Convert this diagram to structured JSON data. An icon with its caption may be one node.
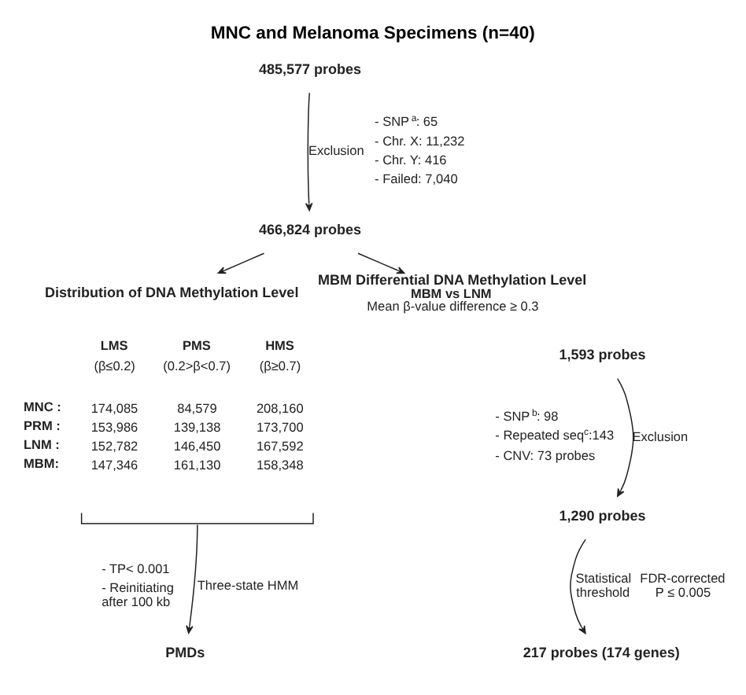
{
  "diagram": {
    "title": "MNC and Melanoma Specimens (n=40)",
    "nodes": [
      {
        "text": [
          "485,577 probes"
        ]
      },
      {
        "text": [
          "466,824 probes"
        ]
      },
      {
        "text": [
          "Distribution of DNA Methylation Level"
        ]
      },
      {
        "text": [
          "MBM Differential DNA Methylation Level",
          "MBM vs LNM",
          "Mean β-value difference ≥ 0.3"
        ]
      },
      {
        "text": [
          "1,593 probes"
        ]
      },
      {
        "text": [
          "1,290 probes"
        ]
      },
      {
        "text": [],
        "shape": "bracket"
      },
      {
        "text": [
          "PMDs"
        ]
      },
      {
        "text": [
          "217 probes (174 genes)"
        ]
      }
    ],
    "edges": [
      {
        "from": 0,
        "to": 1,
        "arrow": "to",
        "label": "Exclusion"
      },
      {
        "from": 1,
        "to": 2,
        "arrow": "to"
      },
      {
        "from": 1,
        "to": 3,
        "arrow": "to"
      },
      {
        "from": 6,
        "to": 7,
        "arrow": "to",
        "label": "Three-state HMM"
      },
      {
        "from": 4,
        "to": 5,
        "arrow": "to",
        "label": "Exclusion"
      },
      {
        "from": 5,
        "to": 8,
        "arrow": "to",
        "label": "Statistical threshold"
      }
    ],
    "labels": [
      "- SNP$^{a}$: 65",
      "- Chr. X: 11,232",
      "- Chr. Y: 416",
      "- Failed: 7,040",
      "LMS",
      "PMS",
      "HMS",
      "(β≤0.2)",
      "(0.2>β<0.7)",
      "(β≥0.7)",
      "MNC :",
      "174,085",
      "84,579",
      "208,160",
      "PRM :",
      "153,986",
      "139,138",
      "173,700",
      "LNM :",
      "152,782",
      "146,450",
      "167,592",
      "MBM:",
      "147,346",
      "161,130",
      "158,348",
      "- SNP$^{b}$: 98",
      "- Repeated seq$^{c}$:143",
      "- CNV: 73 probes",
      "- TP< 0.001",
      "- Reinitiating after 100 kb",
      "FDR-corrected P ≤ 0.005"
    ]
  }
}
